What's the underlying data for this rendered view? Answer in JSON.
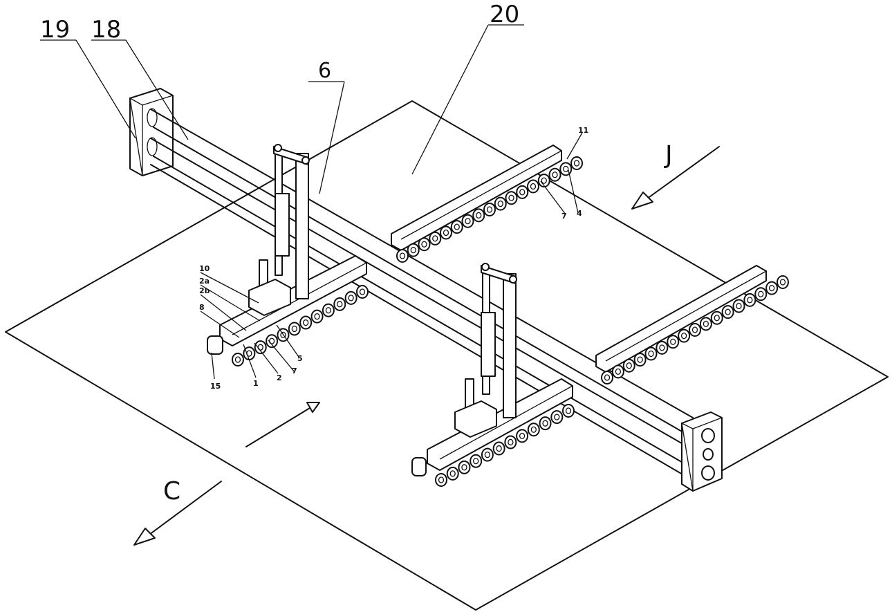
{
  "labels": {
    "l19": "19",
    "l18": "18",
    "l20": "20",
    "l6": "6",
    "l10": "10",
    "l2a": "2a",
    "l2b": "2b",
    "l8": "8",
    "l15": "15",
    "l1": "1",
    "l2": "2",
    "l7a": "7",
    "l5": "5",
    "l11": "11",
    "l7b": "7",
    "l4": "4"
  },
  "directions": {
    "j": "J",
    "c": "C"
  }
}
